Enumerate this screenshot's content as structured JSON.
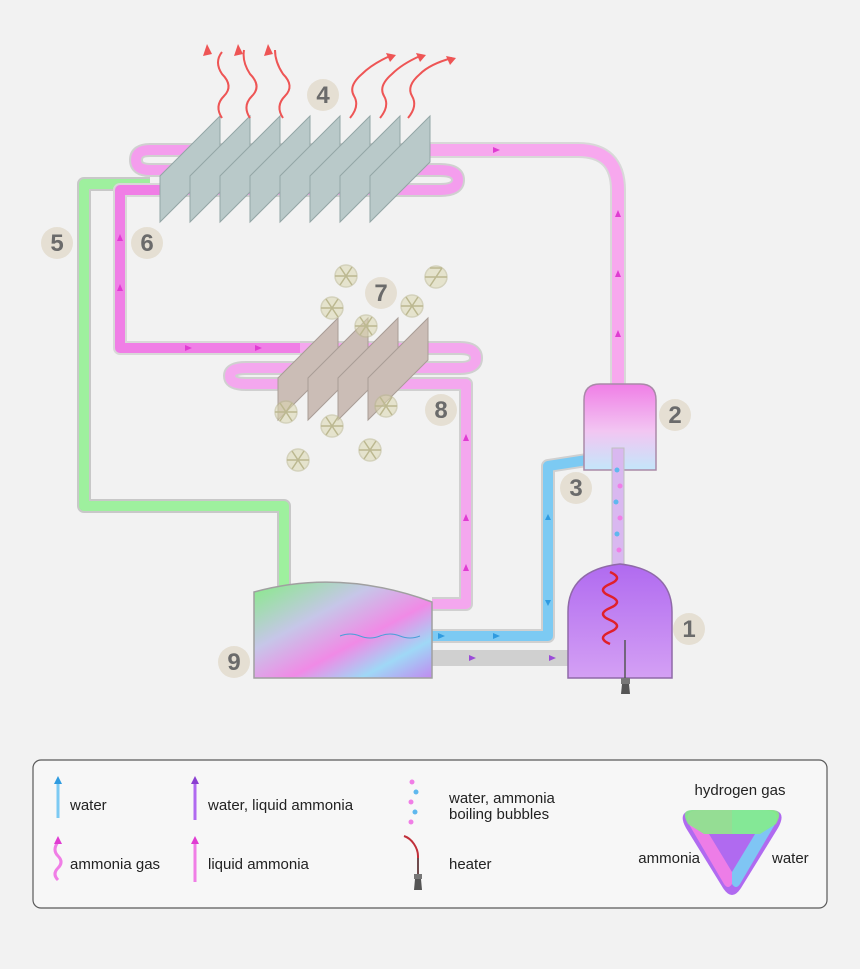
{
  "diagram": {
    "numbers": [
      "1",
      "2",
      "3",
      "4",
      "5",
      "6",
      "7",
      "8",
      "9"
    ]
  },
  "legend": {
    "water": "water",
    "water_liquid_ammonia": "water, liquid ammonia",
    "bubbles_line1": "water, ammonia",
    "bubbles_line2": "boiling bubbles",
    "ammonia_gas": "ammonia gas",
    "liquid_ammonia": "liquid ammonia",
    "heater": "heater",
    "hydrogen_gas": "hydrogen gas",
    "ammonia": "ammonia",
    "water_right": "water"
  },
  "colors": {
    "water": "#5fb8ee",
    "ammonia": "#f07ee6",
    "hydrogen": "#7aea7a",
    "mix": "#b06af0",
    "heat": "#ee4444",
    "condenser_fin": "#b8c8c8",
    "evaporator_fin": "#cbbdb6",
    "label_circle": "#e5dfd3"
  }
}
